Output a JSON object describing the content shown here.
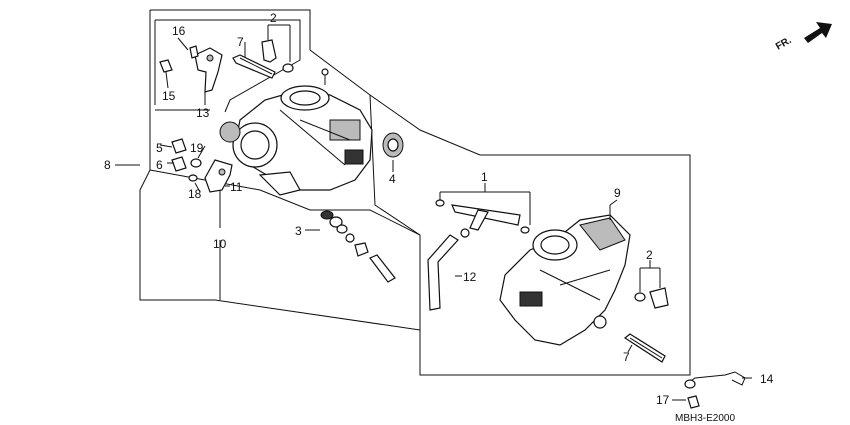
{
  "diagram_code": "MBH3-E2000",
  "direction_label": "FR.",
  "callouts": {
    "c1": "1",
    "c2a": "2",
    "c2b": "2",
    "c3": "3",
    "c4": "4",
    "c5": "5",
    "c6": "6",
    "c7a": "7",
    "c7b": "7",
    "c8": "8",
    "c9": "9",
    "c10": "10",
    "c11": "11",
    "c12": "12",
    "c13": "13",
    "c14": "14",
    "c15": "15",
    "c16": "16",
    "c17": "17",
    "c18": "18",
    "c19": "19"
  }
}
